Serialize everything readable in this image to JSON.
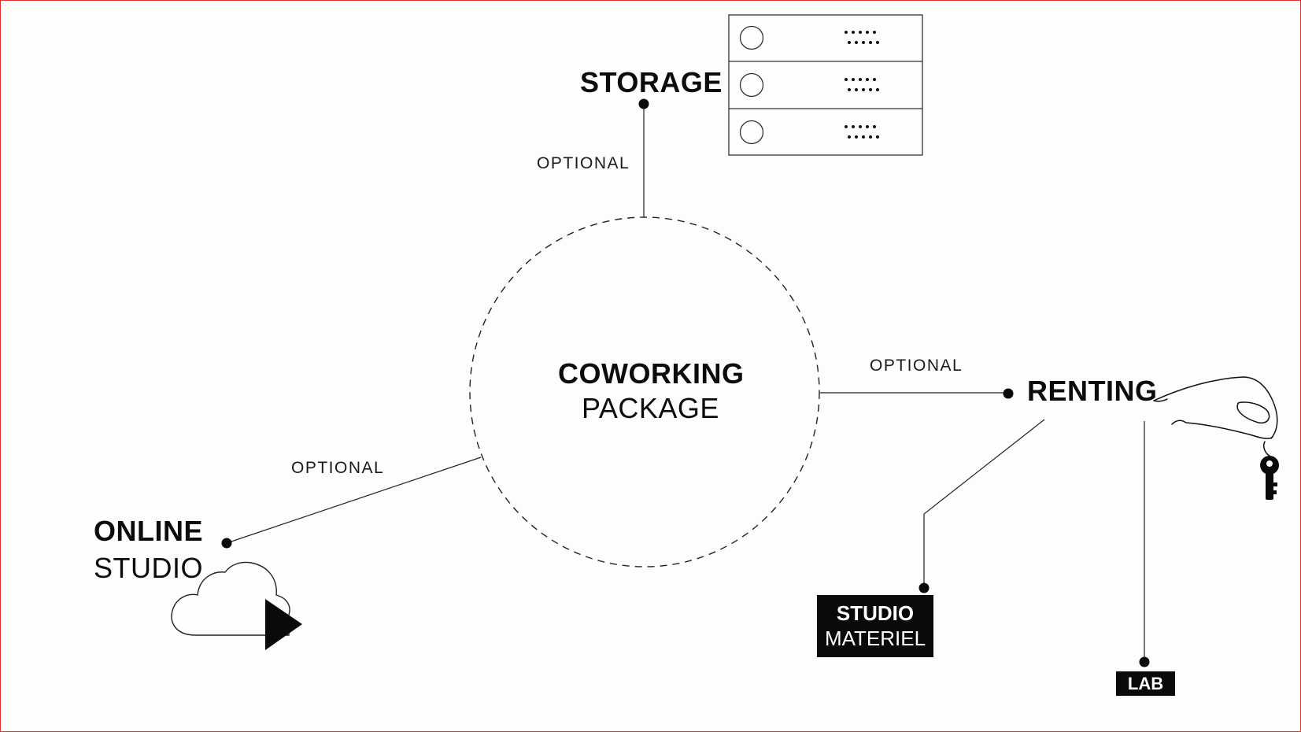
{
  "center": {
    "title_bold": "COWORKING",
    "title_light": "PACKAGE"
  },
  "storage": {
    "label": "STORAGE",
    "connector_label": "OPTIONAL"
  },
  "renting": {
    "label": "RENTING",
    "connector_label": "OPTIONAL",
    "studio_materiel": {
      "bold": "STUDIO",
      "light": "MATERIEL"
    },
    "lab": {
      "label": "LAB"
    }
  },
  "online_studio": {
    "bold": "ONLINE",
    "light": "STUDIO",
    "connector_label": "OPTIONAL"
  },
  "icons": {
    "storage": "server-rack-icon",
    "online_studio": "cloud-play-icon",
    "renting": "hand-holding-key-icon"
  },
  "colors": {
    "ink": "#0c0c0c",
    "background": "#fdfdfb",
    "frame_border": "#e03030"
  }
}
